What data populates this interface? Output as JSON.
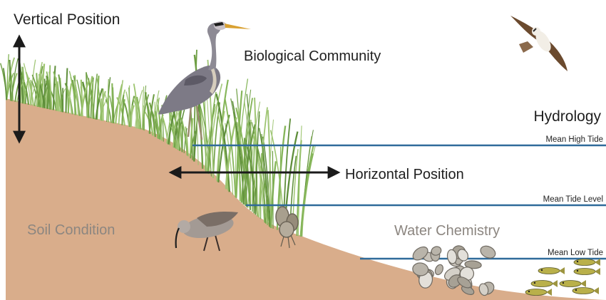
{
  "labels": {
    "vertical_position": "Vertical Position",
    "biological_community": "Biological Community",
    "hydrology": "Hydrology",
    "horizontal_position": "Horizontal Position",
    "soil_condition": "Soil Condition",
    "water_chemistry": "Water Chemistry"
  },
  "tides": {
    "high": "Mean High Tide",
    "mid": "Mean Tide Level",
    "low": "Mean Low Tide"
  },
  "colors": {
    "soil": "#d9ad8b",
    "grass": "#7fae52",
    "tide_line": "#2f6b9a",
    "arrow": "#1b1b1b"
  },
  "icons": [
    "heron-icon",
    "osprey-icon",
    "sandpiper-icon",
    "oyster-icon",
    "oyster-reef-icon",
    "fish-school-icon"
  ]
}
